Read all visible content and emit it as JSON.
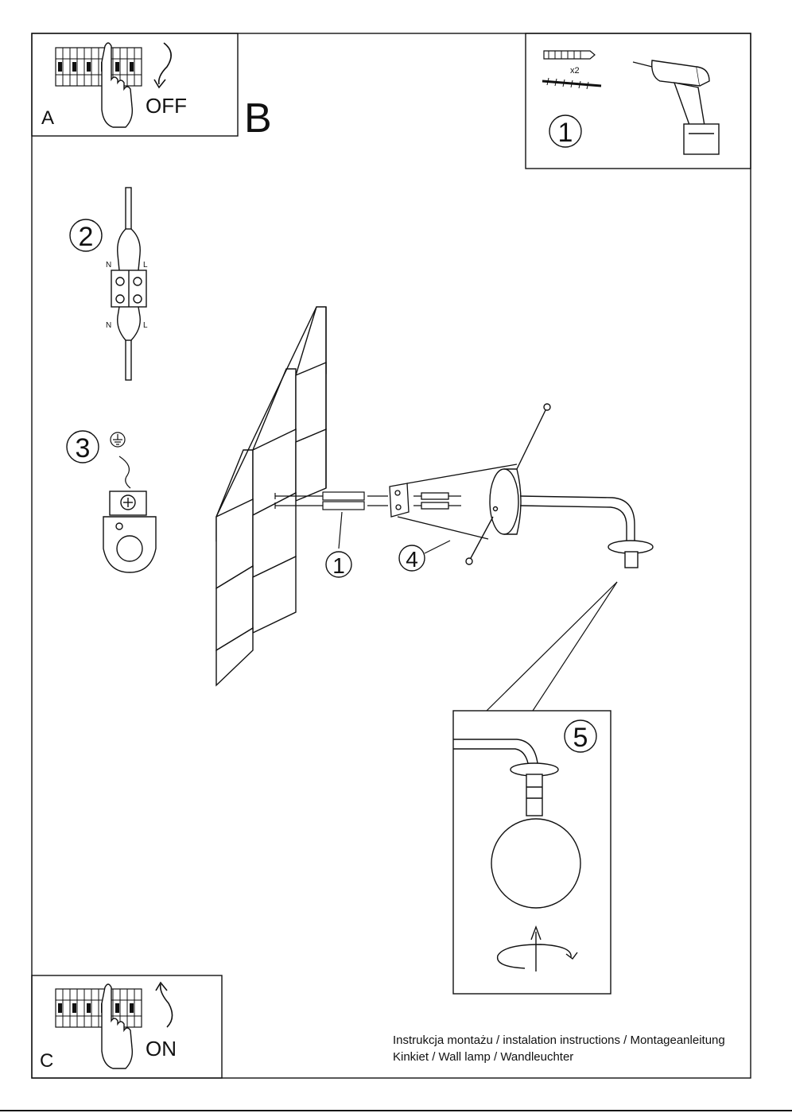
{
  "panels": {
    "a": {
      "letter": "A",
      "state_label": "OFF"
    },
    "b": {
      "letter": "B"
    },
    "c": {
      "letter": "C",
      "state_label": "ON"
    }
  },
  "steps": {
    "s1": "1",
    "s2": "2",
    "s3": "3",
    "s4": "4",
    "s5": "5",
    "s1_callout": "1"
  },
  "tools": {
    "anchor_count": "x2"
  },
  "wiring": {
    "neutral": "N",
    "live": "L"
  },
  "footer": {
    "line1": "Instrukcja montażu / instalation instructions / Montageanleitung",
    "line2": "Kinkiet / Wall lamp / Wandleuchter"
  }
}
